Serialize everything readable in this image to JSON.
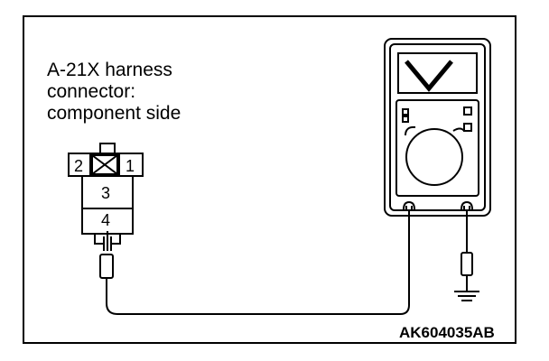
{
  "label": {
    "line1": "A-21X harness",
    "line2": "connector:",
    "line3": "component side"
  },
  "connector": {
    "pin1": "1",
    "pin2": "2",
    "pin3": "3",
    "pin4": "4"
  },
  "figure_code": "AK604035AB",
  "icons": {
    "meter": "multimeter-icon",
    "ground": "ground-symbol-icon",
    "probe": "probe-icon"
  }
}
